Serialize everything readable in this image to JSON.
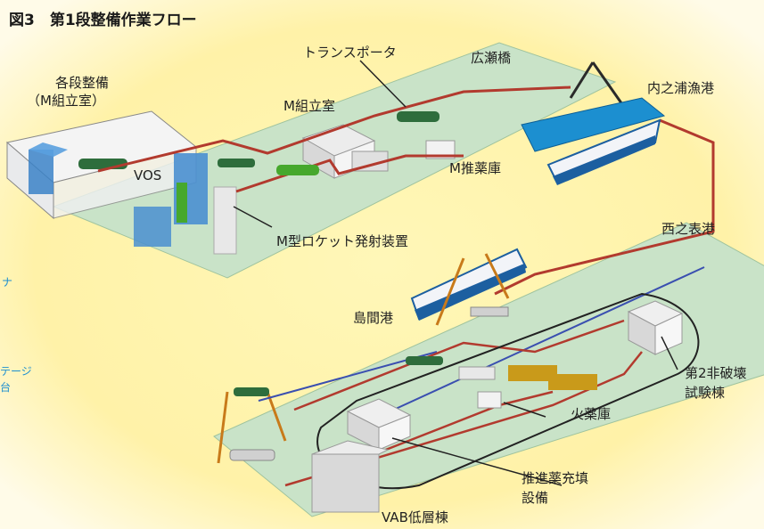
{
  "title": "図3　第1段整備作業フロー",
  "labels": {
    "kakudan": "各段整備",
    "mkumitate_room": "（M組立室）",
    "transporter": "トランスポータ",
    "hirosebashi": "広瀬橋",
    "uchinoura": "内之浦漁港",
    "m_kumitate": "M組立室",
    "vos": "VOS",
    "m_suiyakuko": "M推薬庫",
    "launcher": "M型ロケット発射装置",
    "nishinoomote": "西之表港",
    "shimama": "島間港",
    "hihakai_1": "第2非破壊",
    "hihakai_2": "試験棟",
    "kayakuko": "火薬庫",
    "suishin_1": "推進薬充填",
    "suishin_2": "設備",
    "vab": "VAB低層棟",
    "edge_1": "ナ",
    "edge_2": "テージ",
    "edge_3": "台"
  },
  "colors": {
    "background": "#fffbe8",
    "ground": "#c9e3c8",
    "route": "#b23a2e",
    "rail": "#3a4fb0",
    "ship_blue": "#1c8fd0",
    "ship_white": "#f2f4f8"
  }
}
